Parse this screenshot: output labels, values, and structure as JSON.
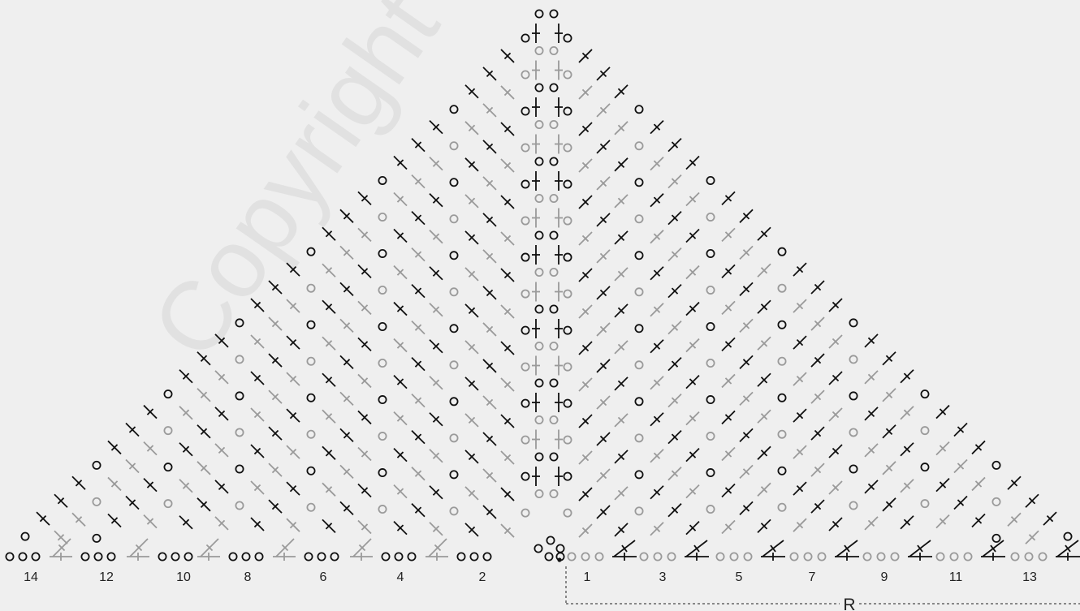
{
  "diagram": {
    "watermark": "Copyright © Dr",
    "repeat_label": "R",
    "left_row_numbers": [
      "14",
      "12",
      "10",
      "8",
      "6",
      "4",
      "2"
    ],
    "right_row_numbers": [
      "1",
      "3",
      "5",
      "7",
      "9",
      "11",
      "13"
    ],
    "colors": {
      "background": "#efefef",
      "black_rows": "#111111",
      "grey_rows": "#9a9a9a",
      "text": "#222222"
    },
    "symbols": [
      "chain-stitch-circle",
      "double-crochet-stitch",
      "start-dot"
    ]
  }
}
